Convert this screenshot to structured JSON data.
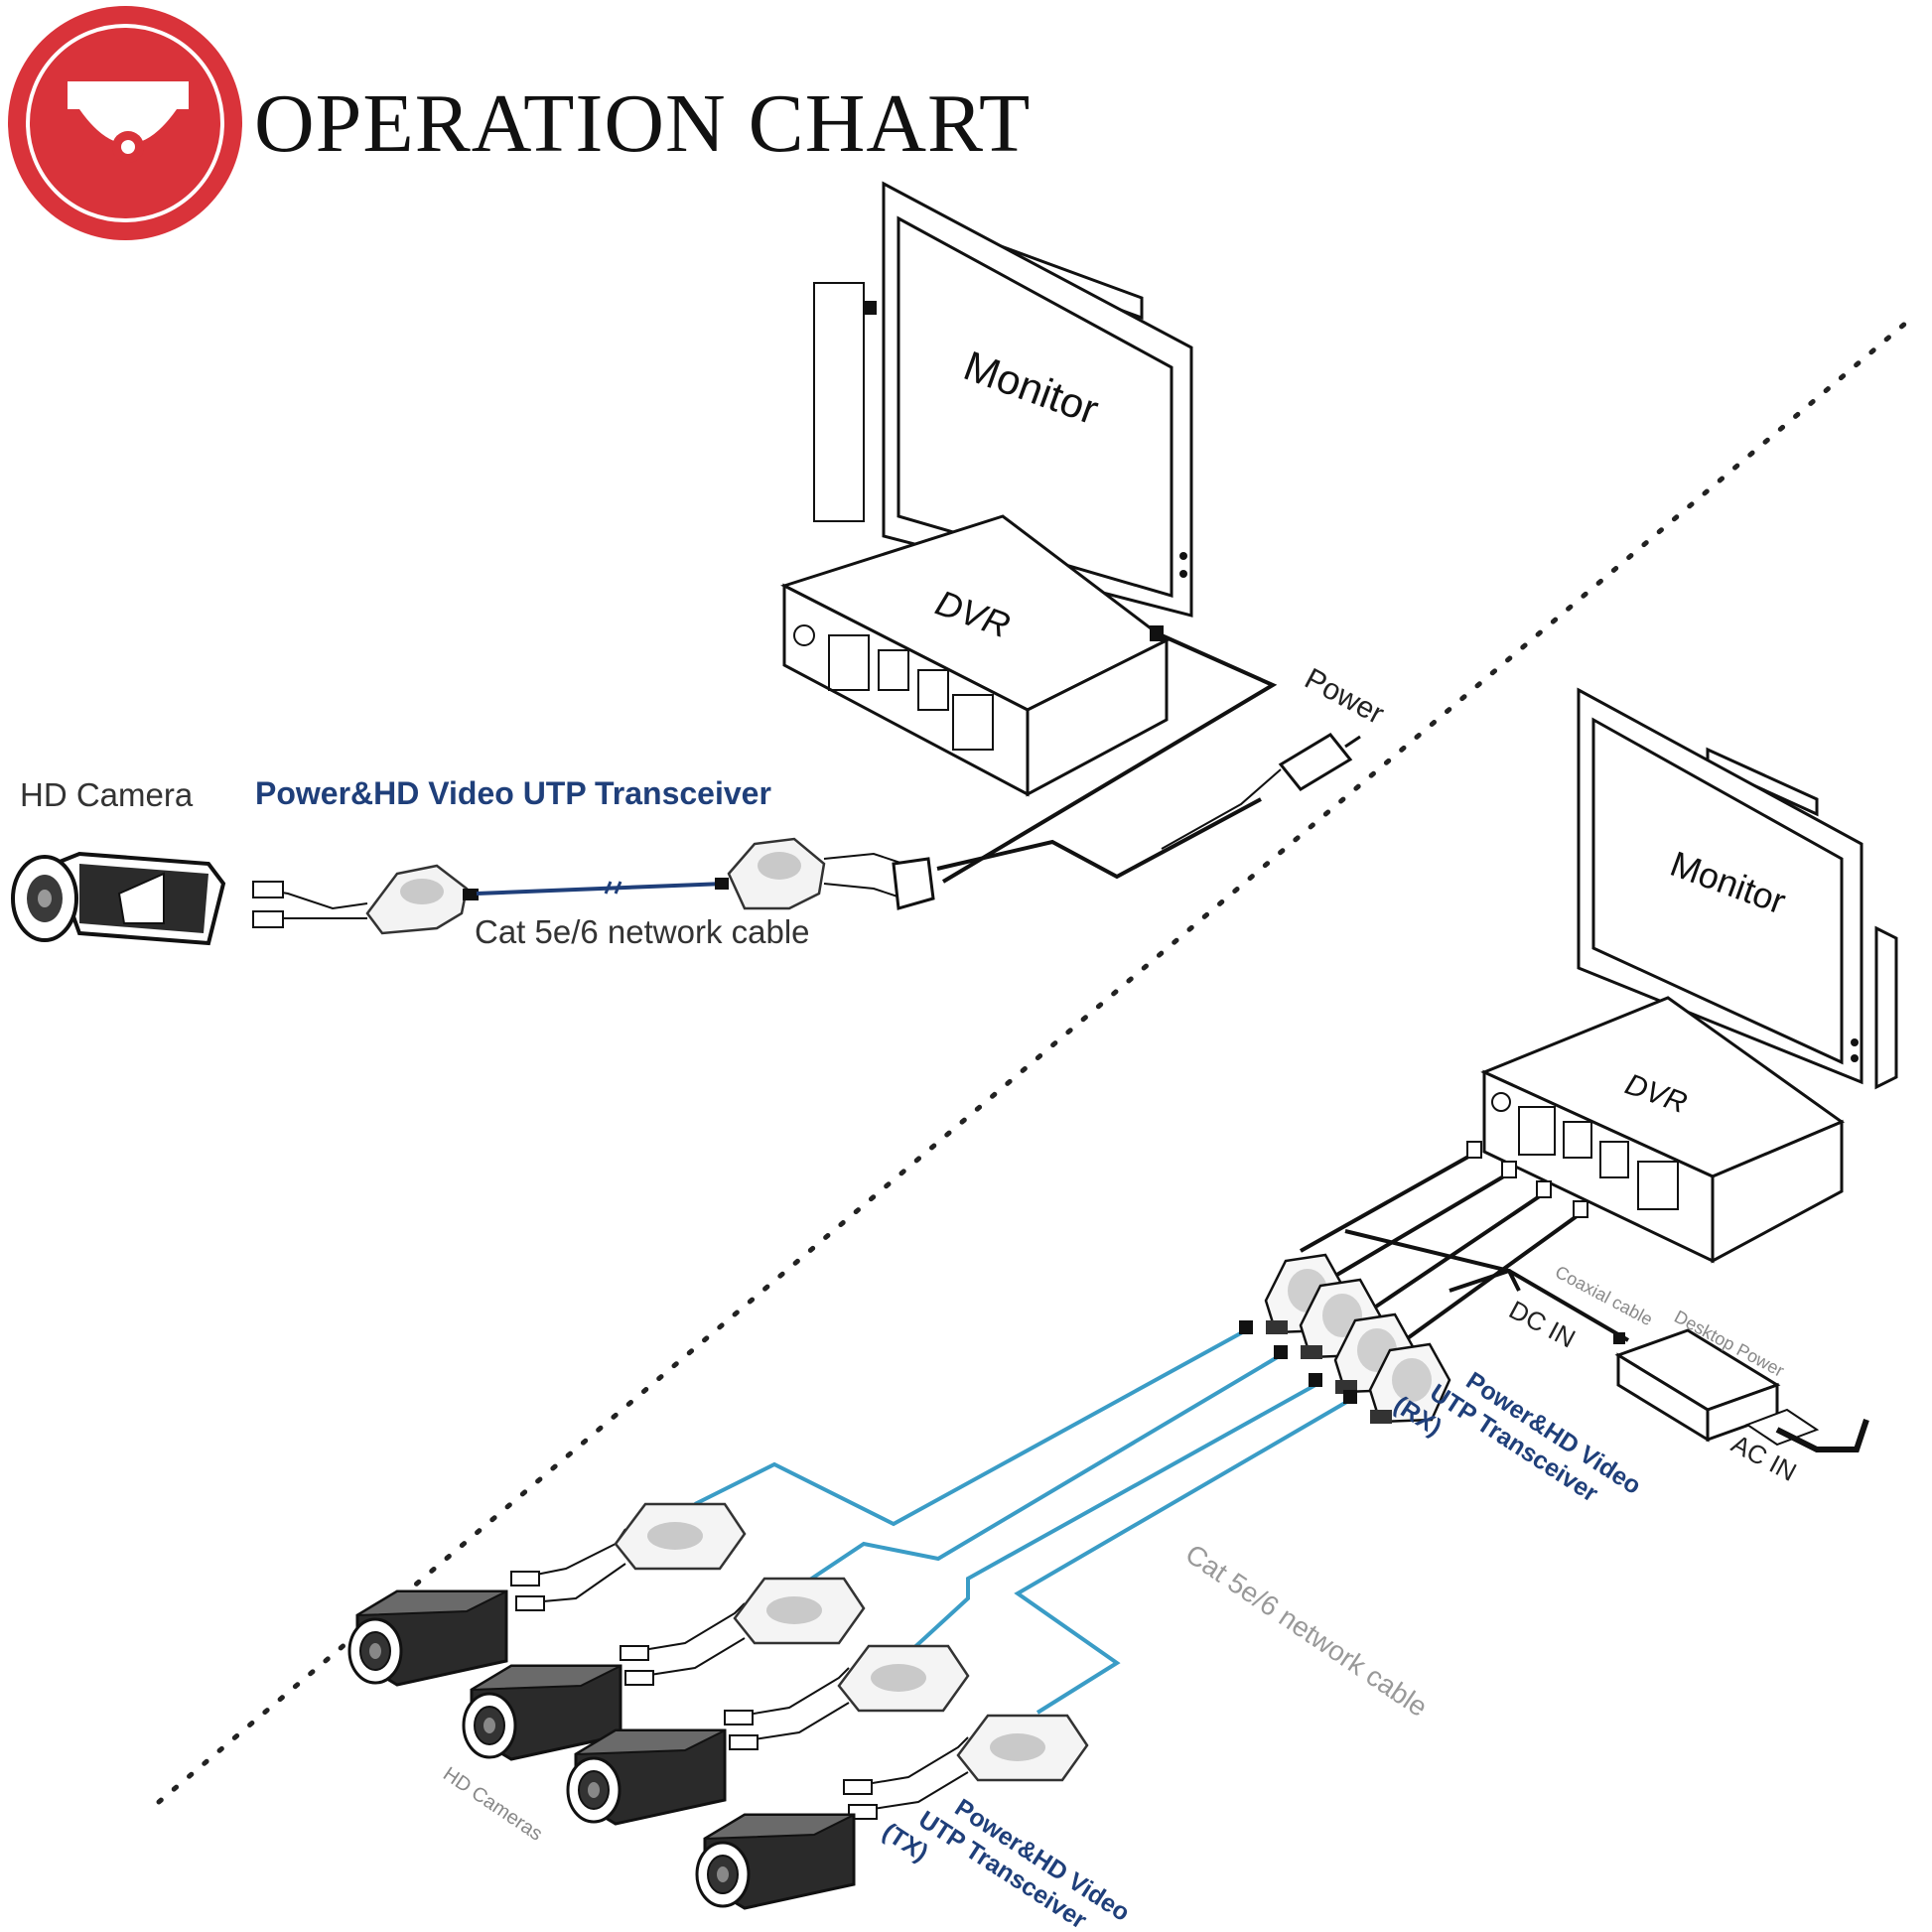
{
  "title": "OPERATION CHART",
  "colors": {
    "logo_red": "#d9333a",
    "cable_blue": "#3a9cc6",
    "label_blue": "#1f3f7a"
  },
  "icons": {
    "logo": "dome-camera-icon"
  },
  "top_system": {
    "monitor_label": "Monitor",
    "dvr_label": "DVR",
    "power_label": "Power",
    "camera_label": "HD Camera",
    "transceiver_label": "Power&HD Video UTP Transceiver",
    "cable_label": "Cat 5e/6 network cable"
  },
  "bottom_system": {
    "monitor_label": "Monitor",
    "dvr_label": "DVR",
    "coax_label": "Coaxial cable",
    "desktop_power_label": "Desktop Power",
    "dc_in_label": "DC IN",
    "ac_in_label": "AC IN",
    "rx_line1": "Power&HD Video",
    "rx_line2": "UTP Transceiver",
    "rx_line3": "(RX)",
    "cable_label": "Cat 5e/6 network cable",
    "cameras_label": "HD Cameras",
    "tx_line1": "Power&HD Video",
    "tx_line2": "UTP Transceiver",
    "tx_line3": "(TX)"
  }
}
